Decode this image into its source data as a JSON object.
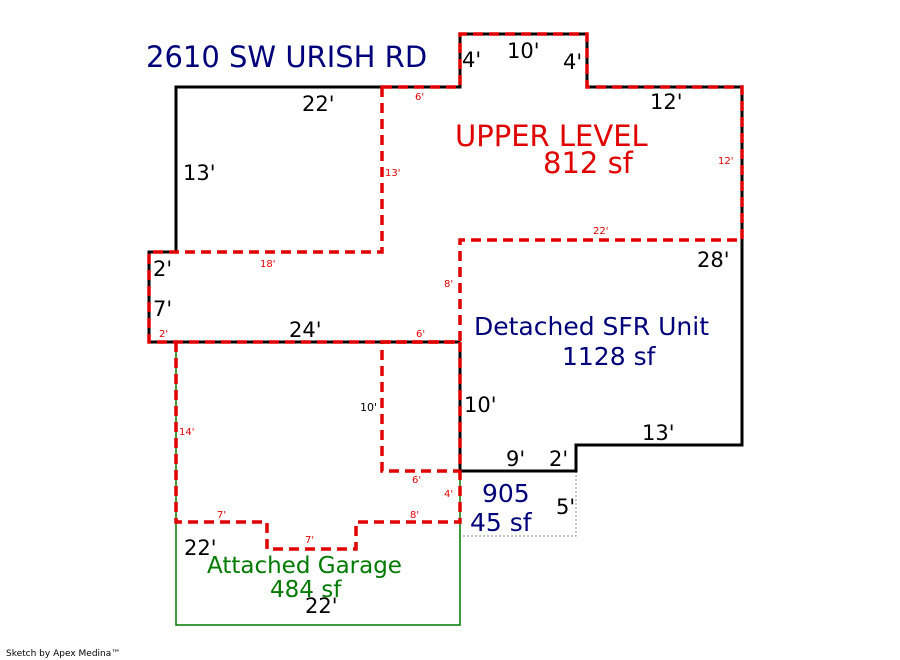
{
  "address": "2610 SW URISH RD",
  "footer": "Sketch by Apex Medina™",
  "areas": {
    "upper_level": {
      "name": "UPPER LEVEL",
      "area": "812 sf",
      "color": "#e00000"
    },
    "sfr_unit": {
      "name": "Detached SFR Unit",
      "area": "1128 sf",
      "color": "#00007a"
    },
    "garage": {
      "name": "Attached Garage",
      "area": "484 sf",
      "color": "#007a00"
    },
    "small_area": {
      "name": "905",
      "area": "45 sf",
      "color": "#00007a"
    }
  },
  "dims": {
    "sfr_top": "22'",
    "sfr_left_upper": "13'",
    "sfr_step_2": "2'",
    "sfr_step_7": "7'",
    "sfr_mid": "24'",
    "sfr_right": "28'",
    "sfr_lower_right": "10'",
    "sfr_bottom": "13'",
    "sfr_jog_9": "9'",
    "sfr_jog_2": "2'",
    "bump_left": "4'",
    "bump_top": "10'",
    "bump_right": "4'",
    "upper_right_top": "12'",
    "garage_left": "22'",
    "garage_bottom": "22'",
    "small_right": "5'",
    "upper_6_top": "6'",
    "upper_13": "13'",
    "upper_12": "12'",
    "upper_22": "22'",
    "upper_18": "18'",
    "upper_8": "8'",
    "upper_2": "2'",
    "upper_6_mid": "6'",
    "upper_14": "14'",
    "upper_10": "10'",
    "upper_6_low": "6'",
    "upper_4": "4'",
    "upper_7a": "7'",
    "upper_7b": "7'",
    "upper_8_low": "8'"
  }
}
